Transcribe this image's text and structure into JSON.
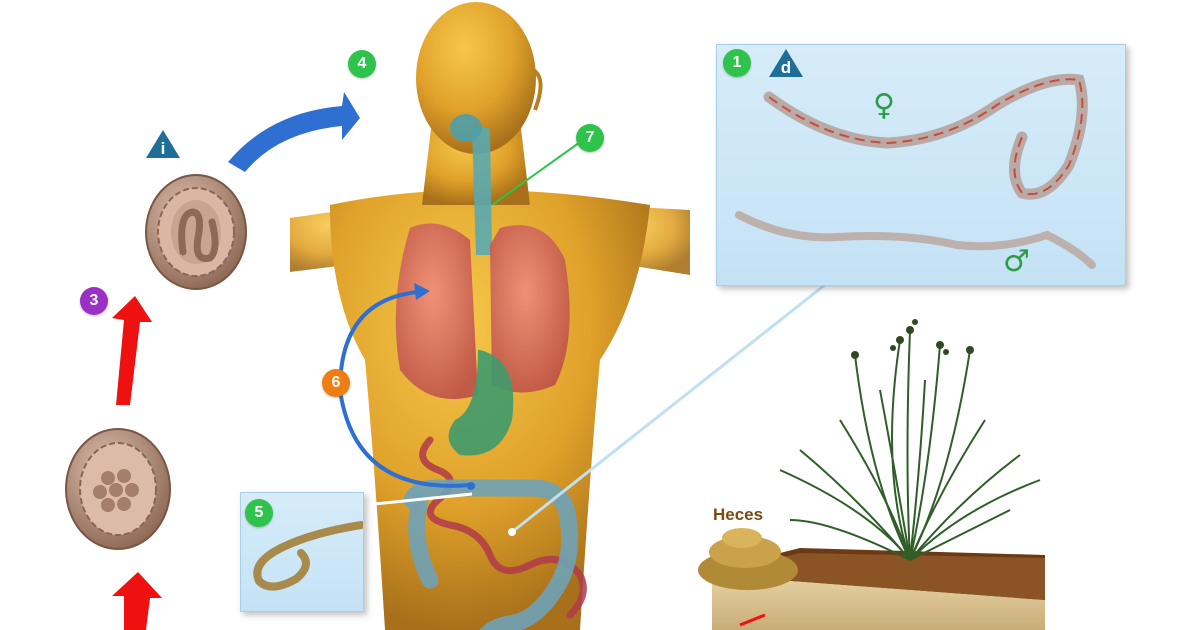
{
  "badges": {
    "b1": "1",
    "b3": "3",
    "b4": "4",
    "b5": "5",
    "b6": "6",
    "b7": "7",
    "infective": "i",
    "diagnostic": "d"
  },
  "symbols": {
    "female": "♀",
    "male": "♂"
  },
  "labels": {
    "feces": "Heces"
  },
  "colors": {
    "badge_green": "#2ec44b",
    "badge_purple": "#9b30c7",
    "badge_orange": "#f07d14",
    "triangle_blue": "#1f6e9a",
    "arrow_red": "#ef1010",
    "arrow_blue": "#2f6fd1",
    "panel_blue": "#cfe7f6",
    "body_gold": "#e3a62c"
  }
}
